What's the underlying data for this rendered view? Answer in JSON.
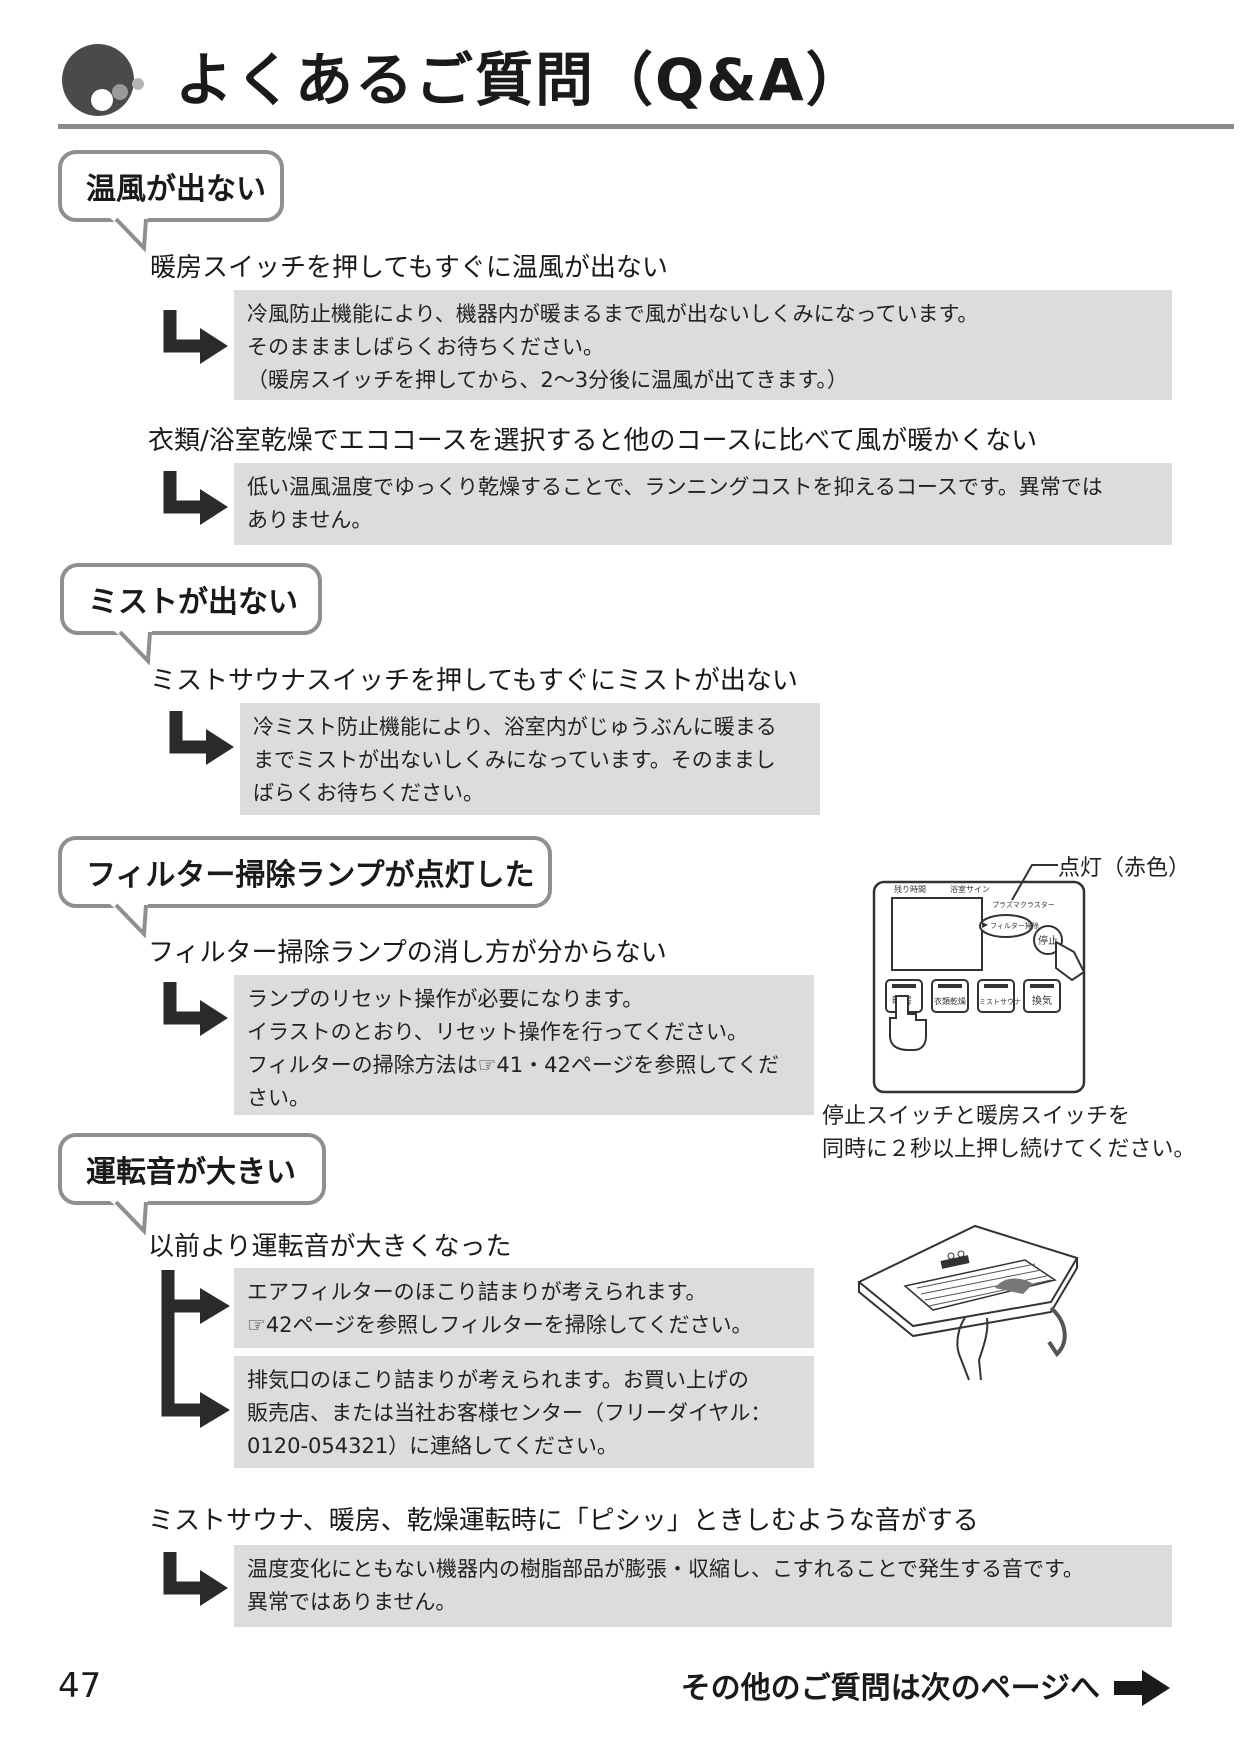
{
  "header": {
    "title": "よくあるご質問（Q&A）"
  },
  "sections": [
    {
      "title": "温風が出ない",
      "items": [
        {
          "question": "暖房スイッチを押してもすぐに温風が出ない",
          "answer": [
            "冷風防止機能により、機器内が暖まるまで風が出ないしくみになっています。",
            "そのままましばらくお待ちください。",
            "（暖房スイッチを押してから、2〜3分後に温風が出てきます。）"
          ]
        },
        {
          "question": "衣類/浴室乾燥でエココースを選択すると他のコースに比べて風が暖かくない",
          "answer": [
            "低い温風温度でゆっくり乾燥することで、ランニングコストを抑えるコースです。異常では",
            "ありません。"
          ]
        }
      ]
    },
    {
      "title": "ミストが出ない",
      "items": [
        {
          "question": "ミストサウナスイッチを押してもすぐにミストが出ない",
          "answer": [
            "冷ミスト防止機能により、浴室内がじゅうぶんに暖まる",
            "までミストが出ないしくみになっています。そのままし",
            "ばらくお待ちください。"
          ]
        }
      ]
    },
    {
      "title": "フィルター掃除ランプが点灯した",
      "items": [
        {
          "question": "フィルター掃除ランプの消し方が分からない",
          "answer": [
            "ランプのリセット操作が必要になります。",
            "イラストのとおり、リセット操作を行ってください。",
            "フィルターの掃除方法は☞41・42ページを参照してくだ",
            "さい。"
          ]
        }
      ]
    },
    {
      "title": "運転音が大きい",
      "items": [
        {
          "question": "以前より運転音が大きくなった",
          "answer": [
            "エアフィルターのほこり詰まりが考えられます。",
            "☞42ページを参照しフィルターを掃除してください。"
          ],
          "answer2": [
            "排気口のほこり詰まりが考えられます。お買い上げの",
            "販売店、または当社お客様センター（フリーダイヤル：",
            "0120-054321）に連絡してください。"
          ]
        },
        {
          "question": "ミストサウナ、暖房、乾燥運転時に「ピシッ」ときしむような音がする",
          "answer": [
            "温度変化にともない機器内の樹脂部品が膨張・収縮し、こすれることで発生する音です。",
            "異常ではありません。"
          ]
        }
      ]
    }
  ],
  "remote_illustration": {
    "callout": "点灯（赤色）",
    "top_labels": [
      "残り時間",
      "浴室サイン"
    ],
    "logo_text": "プラズマクラスター",
    "filter_label": "フィルター掃除",
    "stop_label": "停止",
    "buttons": [
      "暖房",
      "衣類乾燥",
      "ミストサウナ",
      "換気"
    ],
    "caption": [
      "停止スイッチと暖房スイッチを",
      "同時に２秒以上押し続けてください。"
    ]
  },
  "footer": {
    "page_number": "47",
    "next_text": "その他のご質問は次のページへ"
  }
}
